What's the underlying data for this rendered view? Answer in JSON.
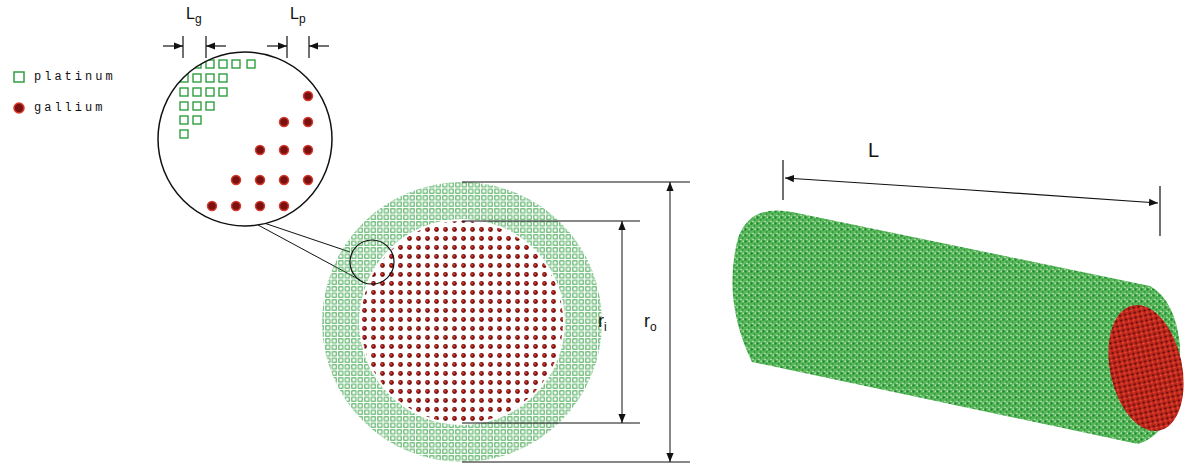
{
  "diagram": {
    "labels": [
      "Lg",
      "Lp",
      "ri",
      "ro",
      "L"
    ],
    "legend": [
      {
        "text": "platinum"
      },
      {
        "text": "gallium"
      }
    ]
  }
}
